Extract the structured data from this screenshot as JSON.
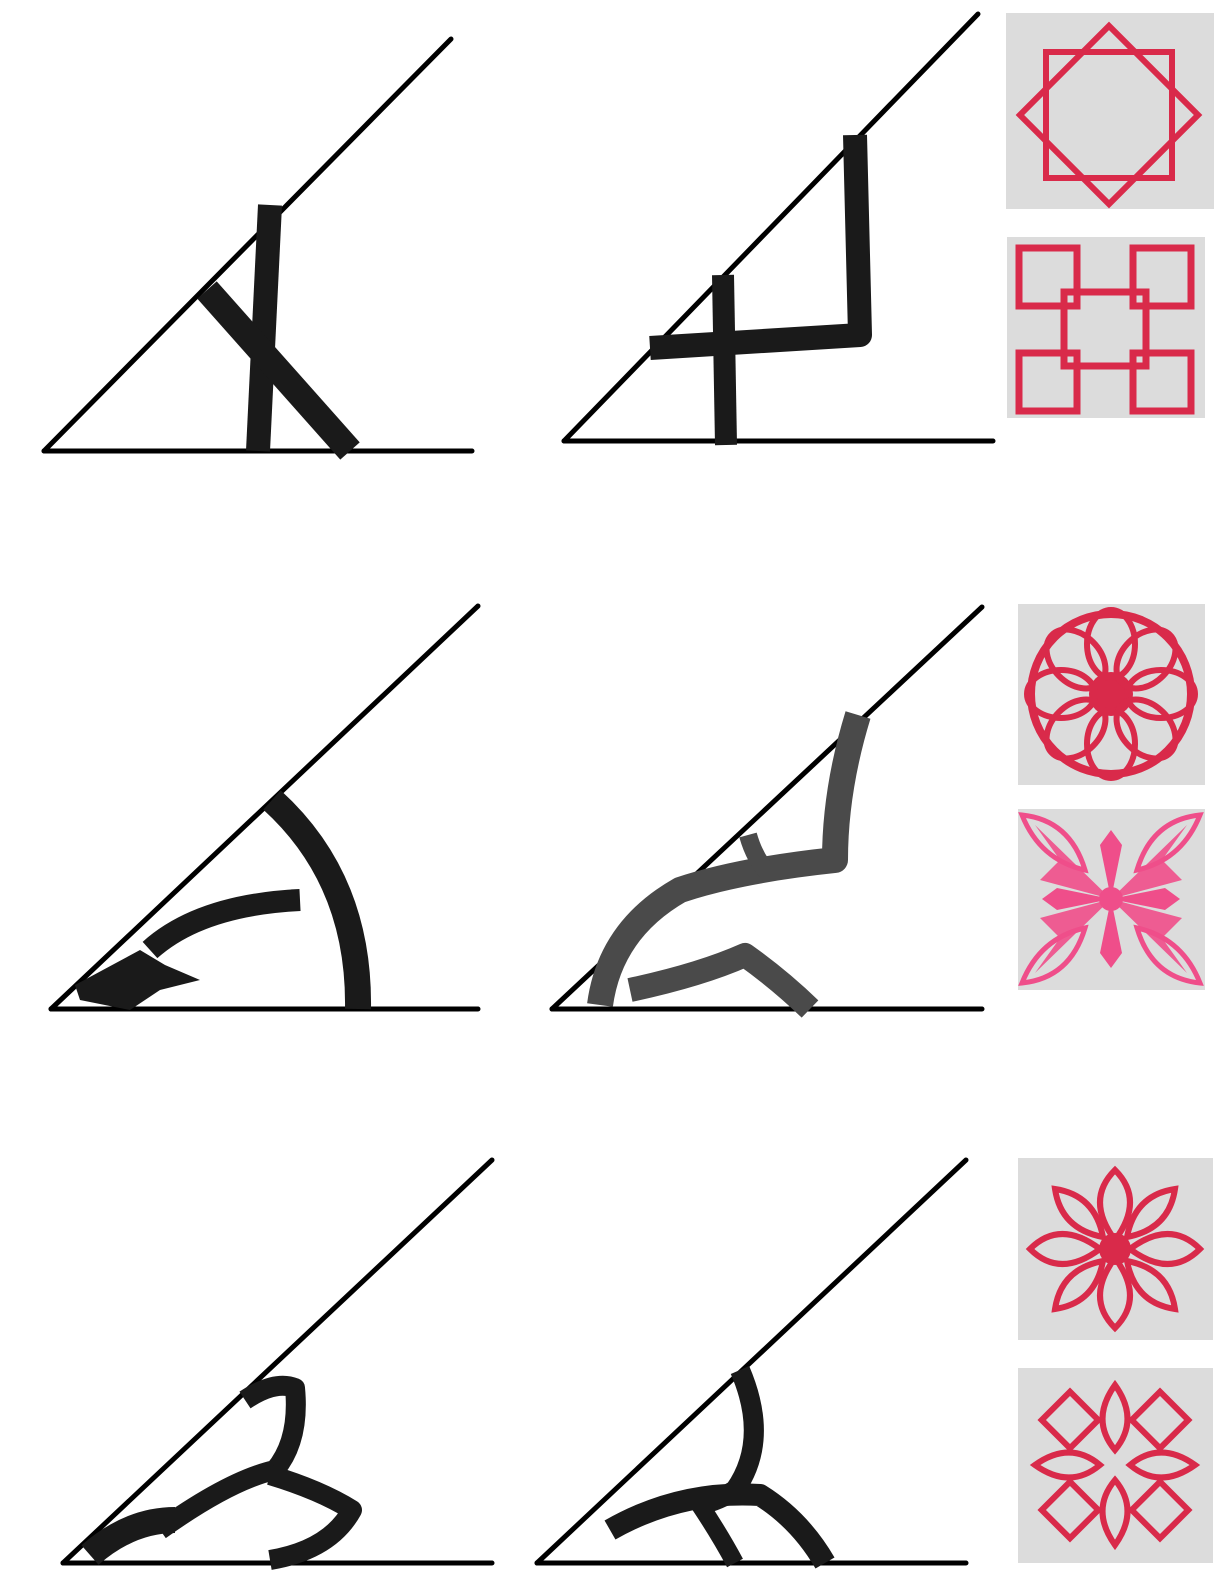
{
  "colors": {
    "guide_line": "#000000",
    "cut_stroke": "#1a1a1a",
    "cut_stroke_gray": "#4a4a4a",
    "photo_background": "#dcdcdc",
    "paper_red": "#d92a4a",
    "paper_pink": "#ef4e8a"
  },
  "folding_diagrams": [
    {
      "row": 1,
      "col": 1,
      "motif": "crossed-bars"
    },
    {
      "row": 1,
      "col": 2,
      "motif": "hooked-bar"
    },
    {
      "row": 2,
      "col": 1,
      "motif": "curved-arc-with-branch"
    },
    {
      "row": 2,
      "col": 2,
      "motif": "wavy-branch"
    },
    {
      "row": 3,
      "col": 1,
      "motif": "leaf-loops"
    },
    {
      "row": 3,
      "col": 2,
      "motif": "crossing-curves"
    }
  ],
  "paper_cut_photos": [
    {
      "row": 1,
      "shape": "octagram-frame",
      "color": "paper_red"
    },
    {
      "row": 1,
      "shape": "four-linked-squares",
      "color": "paper_red"
    },
    {
      "row": 2,
      "shape": "circular-flower",
      "color": "paper_red"
    },
    {
      "row": 2,
      "shape": "butterfly-star",
      "color": "paper_pink"
    },
    {
      "row": 3,
      "shape": "eight-petal-flower",
      "color": "paper_red"
    },
    {
      "row": 3,
      "shape": "star-flower",
      "color": "paper_red"
    }
  ]
}
